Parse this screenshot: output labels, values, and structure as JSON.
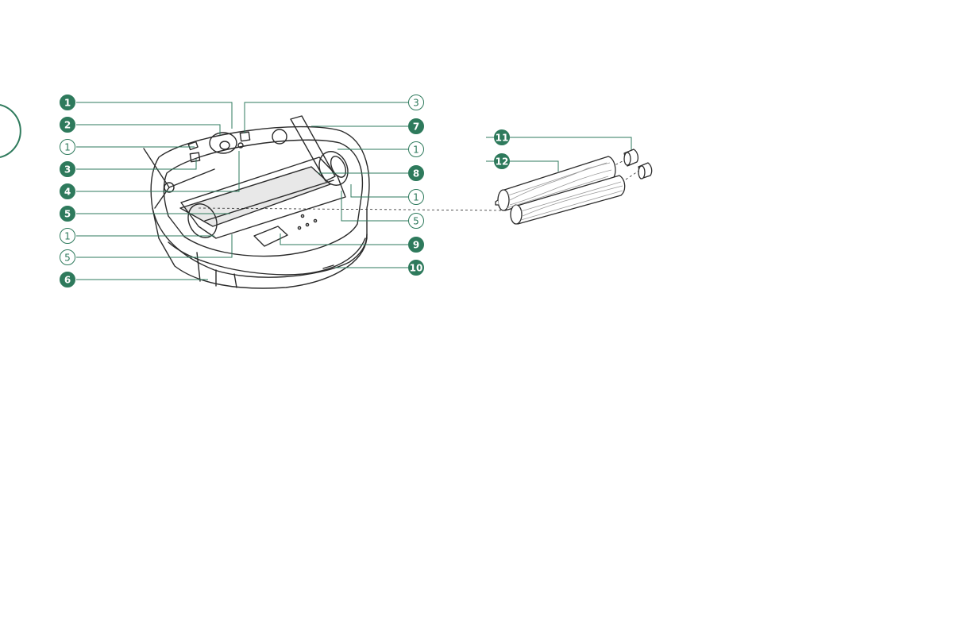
{
  "colors": {
    "accent": "#2e7a5c",
    "line": "#2b2b2b",
    "hatch": "#bdbdbd",
    "bin": "#e8e8e8"
  },
  "callouts_left": [
    {
      "label": "1",
      "style": "filled"
    },
    {
      "label": "2",
      "style": "filled"
    },
    {
      "label": "1",
      "style": "outlined"
    },
    {
      "label": "3",
      "style": "filled"
    },
    {
      "label": "4",
      "style": "filled"
    },
    {
      "label": "5",
      "style": "filled"
    },
    {
      "label": "1",
      "style": "outlined"
    },
    {
      "label": "5",
      "style": "outlined"
    },
    {
      "label": "6",
      "style": "filled"
    }
  ],
  "callouts_right": [
    {
      "label": "3",
      "style": "outlined"
    },
    {
      "label": "7",
      "style": "filled"
    },
    {
      "label": "1",
      "style": "outlined"
    },
    {
      "label": "8",
      "style": "filled"
    },
    {
      "label": "1",
      "style": "outlined"
    },
    {
      "label": "5",
      "style": "outlined"
    },
    {
      "label": "9",
      "style": "filled"
    },
    {
      "label": "10",
      "style": "filled"
    }
  ],
  "callouts_detail": [
    {
      "label": "11",
      "style": "filled"
    },
    {
      "label": "12",
      "style": "filled"
    }
  ]
}
